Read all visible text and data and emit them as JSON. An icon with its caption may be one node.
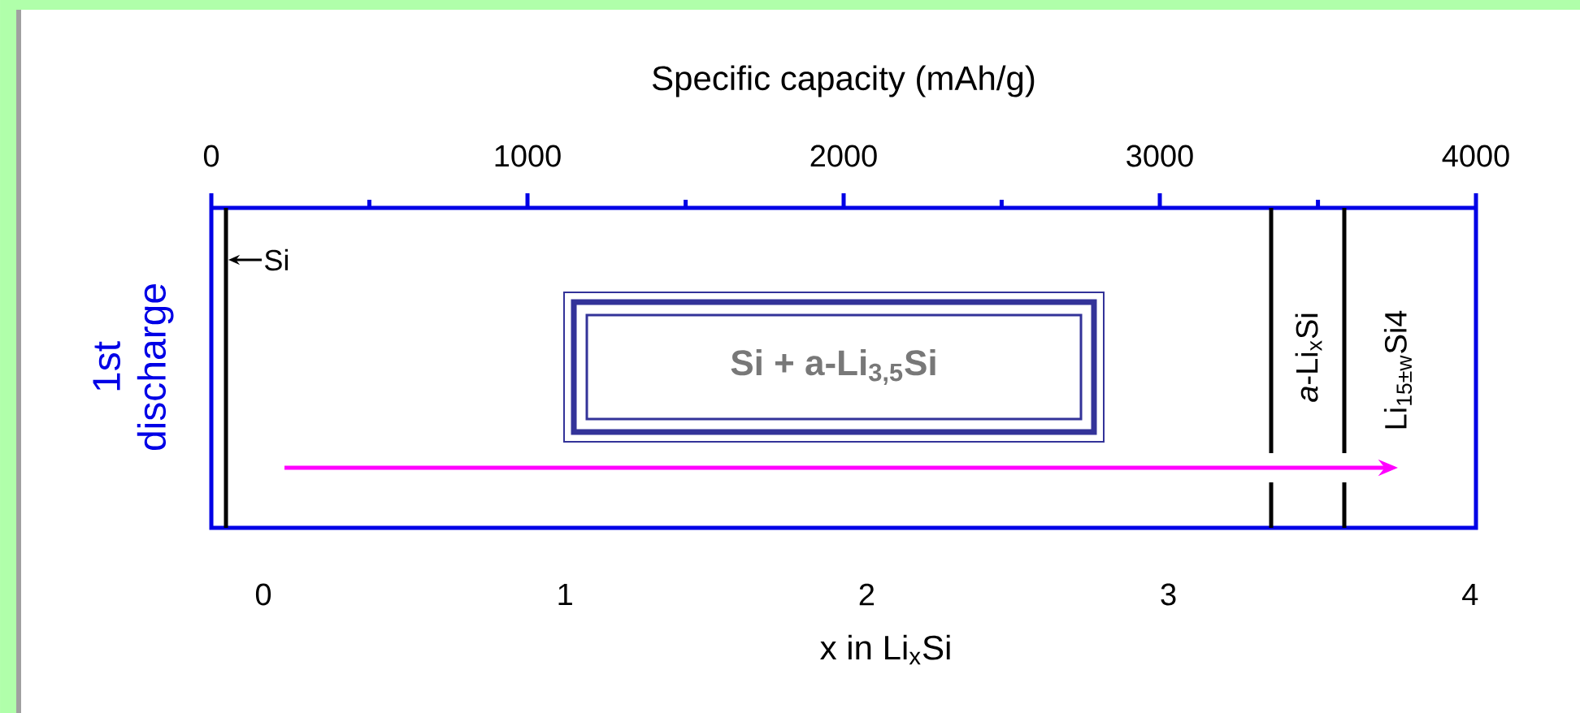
{
  "diagram": {
    "nodes": [
      {
        "text": [
          "**Si + a-Li$_{3,5}$Si**"
        ]
      },
      {
        "text": [
          "Si"
        ]
      },
      {
        "text": [],
        "shape": "bar"
      }
    ],
    "edges": [
      {
        "from": 1,
        "to": 2,
        "arrow": "to"
      }
    ],
    "labels": [
      "Specific capacity (mAh/g)",
      "0",
      "1000",
      "2000",
      "3000",
      "4000",
      "1st discharge",
      "*a*-Li$_{x}$Si",
      "Li$_{15±w}$Si4",
      "0",
      "1",
      "2",
      "3",
      "4",
      "x in Li$_{x}$Si"
    ]
  }
}
